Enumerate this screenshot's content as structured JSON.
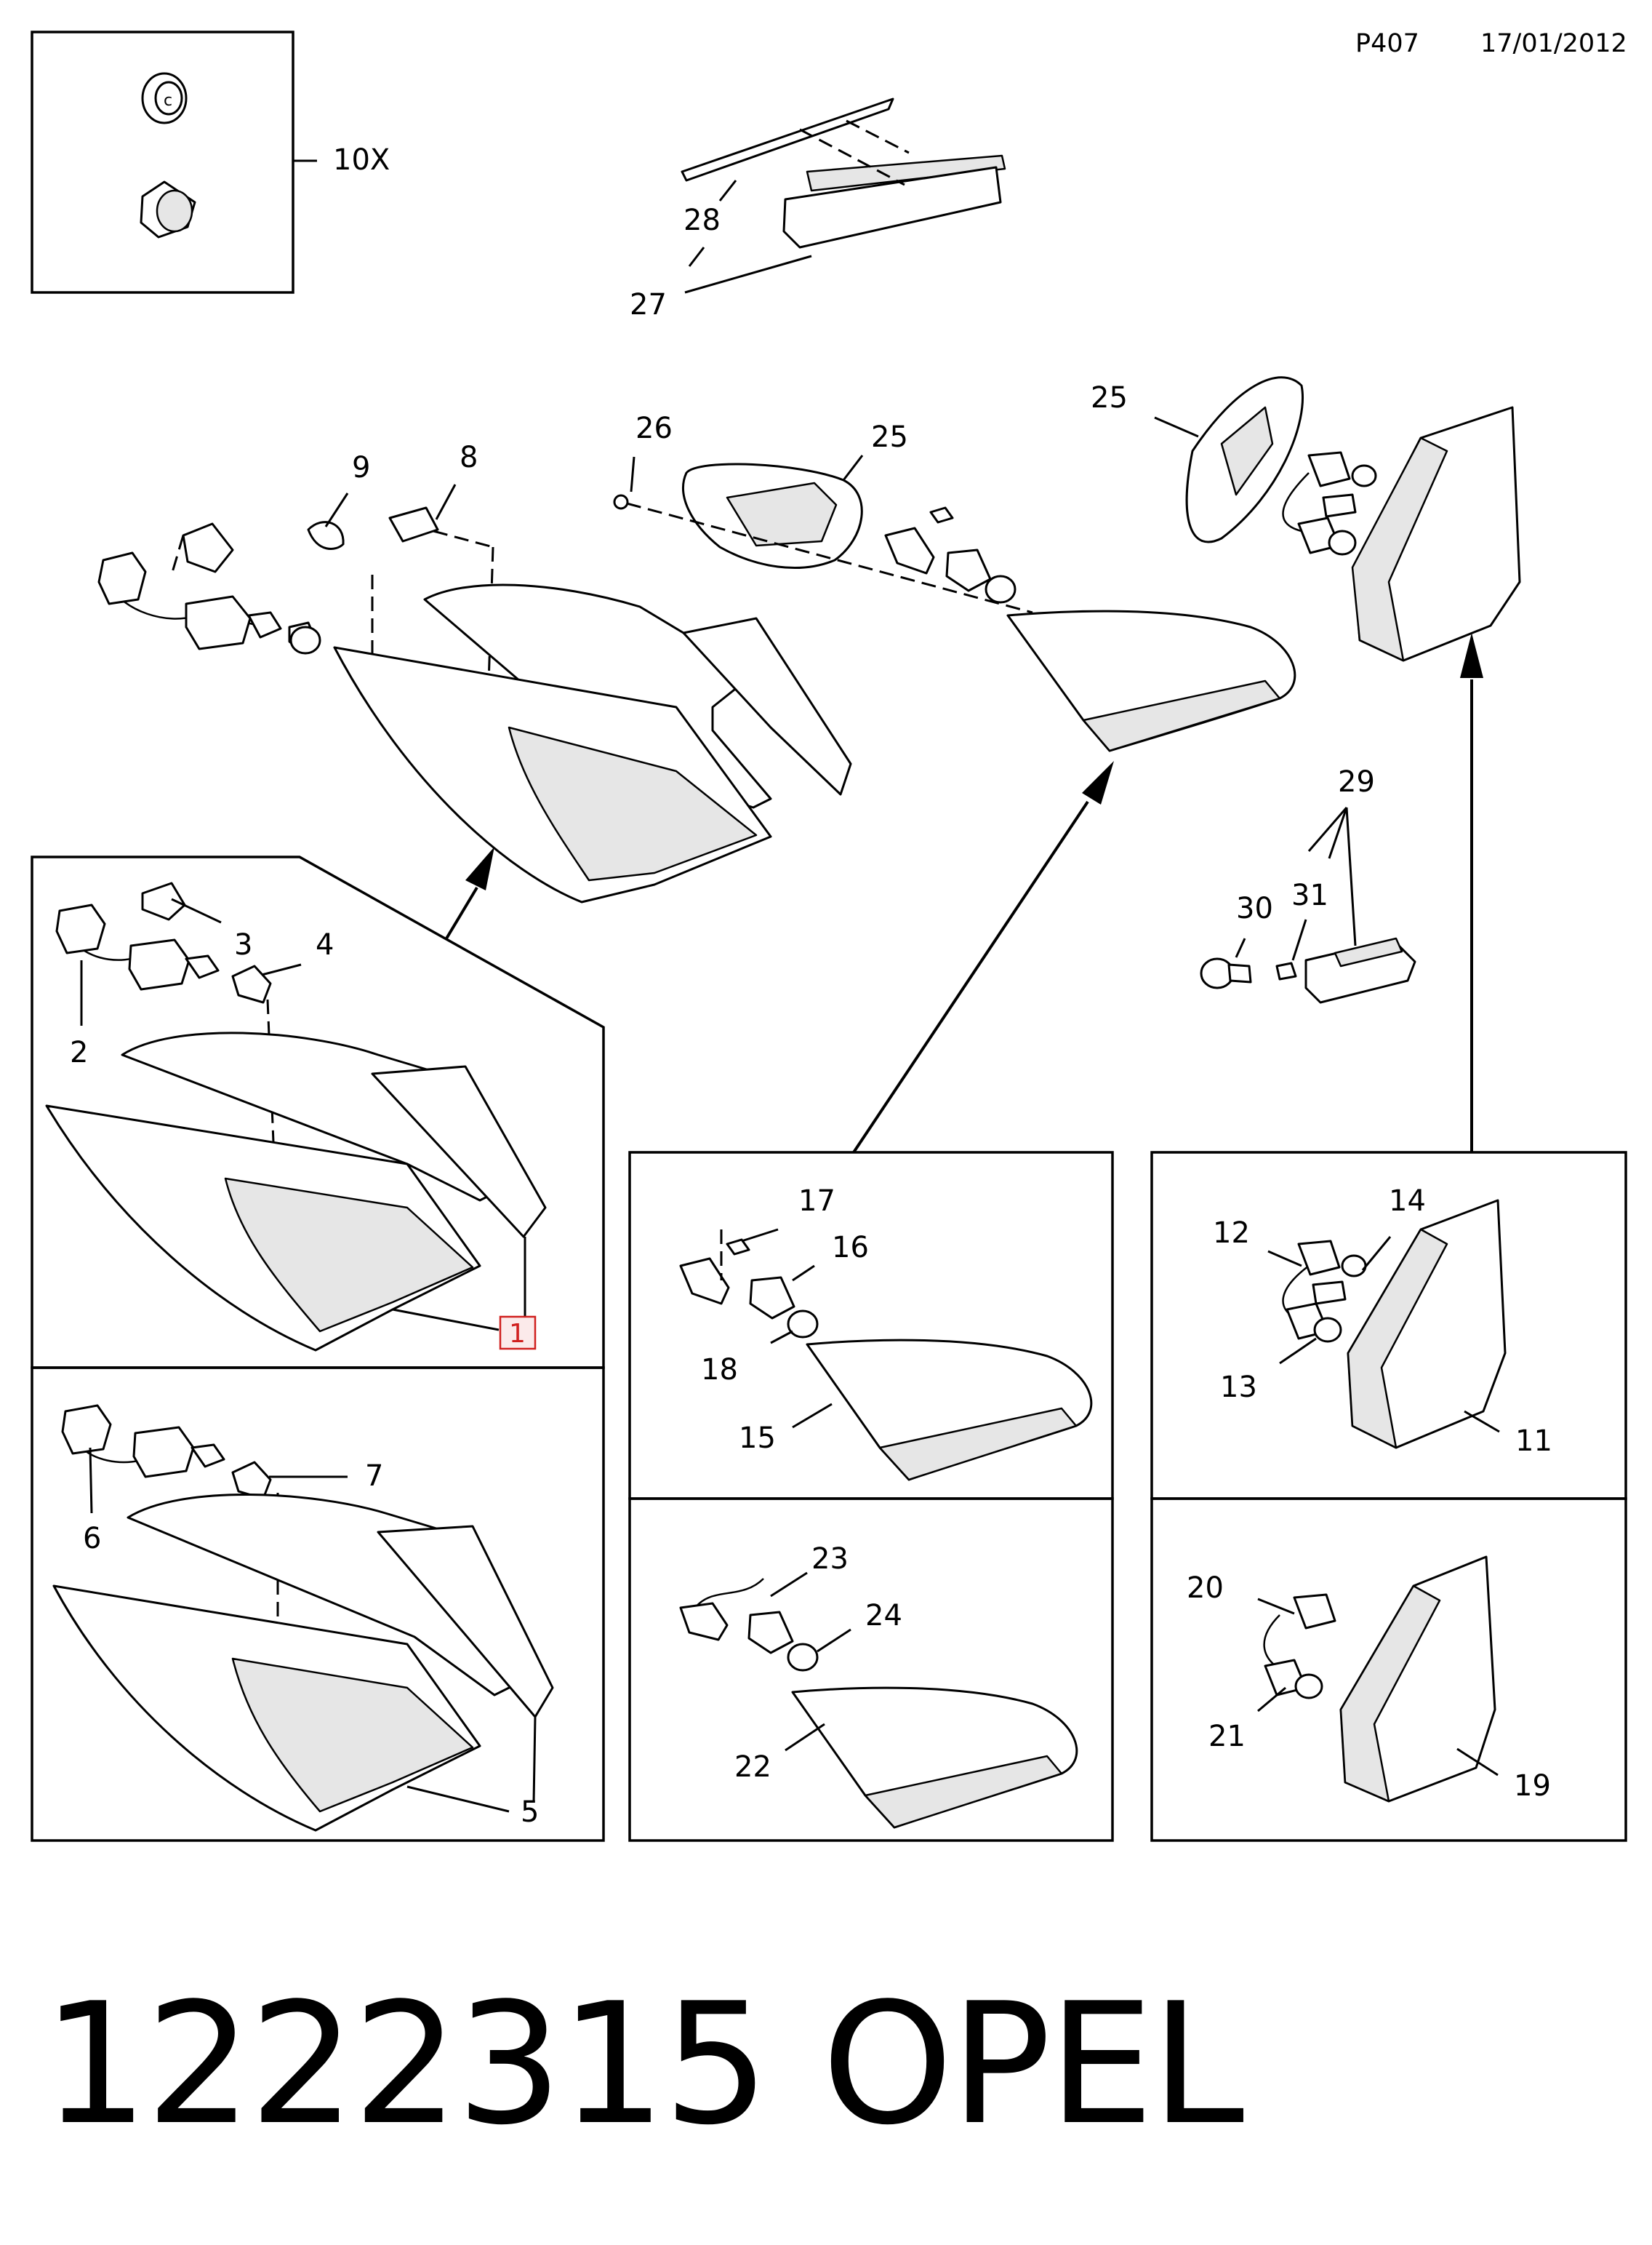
{
  "header": {
    "page_code": "P407",
    "date": "17/01/2012"
  },
  "footer": {
    "part_number": "1222315",
    "brand": "OPEL"
  },
  "callouts": {
    "c1": "1",
    "c2": "2",
    "c3": "3",
    "c4": "4",
    "c5": "5",
    "c6": "6",
    "c7": "7",
    "c8": "8",
    "c9": "9",
    "c10x": "10X",
    "c11": "11",
    "c12": "12",
    "c13": "13",
    "c14": "14",
    "c15": "15",
    "c16": "16",
    "c17": "17",
    "c18": "18",
    "c19": "19",
    "c20": "20",
    "c21": "21",
    "c22": "22",
    "c23": "23",
    "c24": "24",
    "c25a": "25",
    "c25b": "25",
    "c26": "26",
    "c27": "27",
    "c28": "28",
    "c29": "29",
    "c30": "30",
    "c31": "31"
  },
  "colors": {
    "line": "#000000",
    "highlight": "#d0201f",
    "shade": "#e6e6e6"
  }
}
